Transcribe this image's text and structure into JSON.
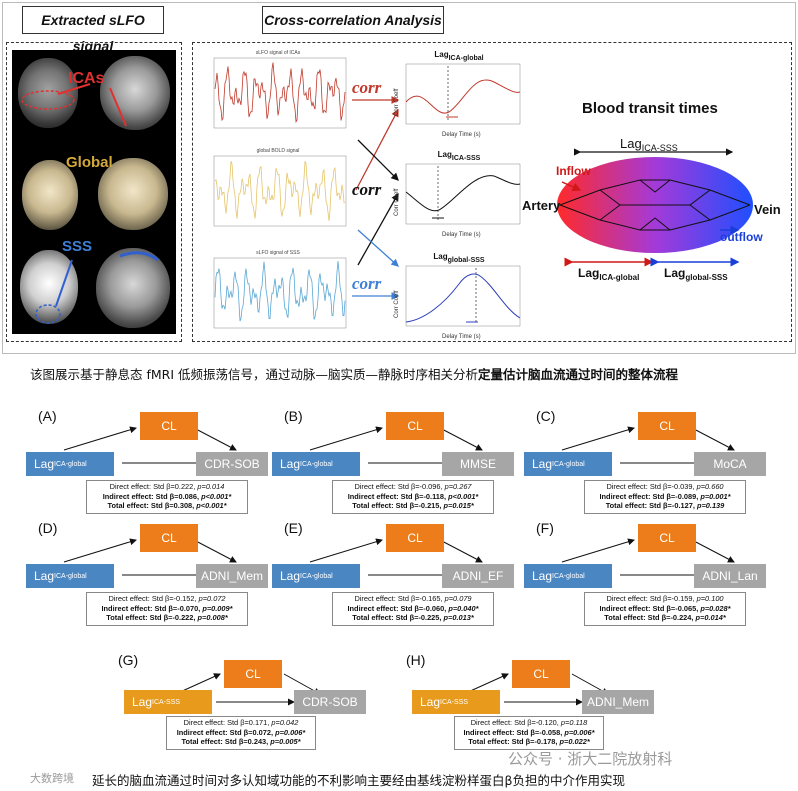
{
  "top": {
    "left_title": "Extracted sLFO signal",
    "right_title": "Cross-correlation Analysis",
    "brain_labels": {
      "icas": "ICAs",
      "global": "Global",
      "sss": "SSS"
    },
    "signal_titles": [
      "sLFO signal of ICAs",
      "global BOLD signal",
      "sLFO signal of SSS"
    ],
    "corr_label": "corr",
    "lag_titles": [
      {
        "main": "Lag",
        "sub": "ICA-global"
      },
      {
        "main": "Lag",
        "sub": "ICA-SSS"
      },
      {
        "main": "Lag",
        "sub": "global-SSS"
      }
    ],
    "axis_x": "Delay Time (s)",
    "axis_y": "Corr Coeff",
    "blood": {
      "title": "Blood transit times",
      "lag_total": {
        "main": "Lag",
        "sub": "ICA-SSS"
      },
      "inflow": "Inflow",
      "outflow": "outflow",
      "artery": "Artery",
      "vein": "Vein",
      "lag_left": {
        "main": "Lag",
        "sub": "ICA-global"
      },
      "lag_right": {
        "main": "Lag",
        "sub": "global-SSS"
      }
    }
  },
  "caption1": {
    "normal": "该图展示基于静息态 fMRI 低频振荡信号，通过动脉—脑实质—静脉时序相关分析",
    "bold": "定量估计脑血流通过时间的整体流程"
  },
  "panels": [
    {
      "label": "(A)",
      "cl": "CL",
      "lag": "Lag",
      "lag_sub": "ICA-global",
      "outcome": "CDR-SOB",
      "direct": {
        "text": "Direct effect: Std β=0.222, ",
        "p": "p=0.014"
      },
      "indirect": {
        "text": "Indirect effect: Std β=0.086, ",
        "p": "p<0.001*"
      },
      "total": {
        "text": "Total effect: Std β=0.308, ",
        "p": "p<0.001*"
      }
    },
    {
      "label": "(B)",
      "cl": "CL",
      "lag": "Lag",
      "lag_sub": "ICA-global",
      "outcome": "MMSE",
      "direct": {
        "text": "Direct effect: Std β=-0.096, ",
        "p": "p=0.267"
      },
      "indirect": {
        "text": "Indirect effect: Std β=-0.118, ",
        "p": "p<0.001*"
      },
      "total": {
        "text": "Total effect: Std β=-0.215, ",
        "p": "p=0.015*"
      }
    },
    {
      "label": "(C)",
      "cl": "CL",
      "lag": "Lag",
      "lag_sub": "ICA-global",
      "outcome": "MoCA",
      "direct": {
        "text": "Direct effect: Std β=-0.039, ",
        "p": "p=0.660"
      },
      "indirect": {
        "text": "Indirect effect: Std β=-0.089, ",
        "p": "p=0.001*"
      },
      "total": {
        "text": "Total effect: Std β=-0.127, ",
        "p": "p=0.139"
      }
    },
    {
      "label": "(D)",
      "cl": "CL",
      "lag": "Lag",
      "lag_sub": "ICA-global",
      "outcome": "ADNI_Mem",
      "direct": {
        "text": "Direct effect: Std β=-0.152, ",
        "p": "p=0.072"
      },
      "indirect": {
        "text": "Indirect effect: Std β=-0.070, ",
        "p": "p=0.009*"
      },
      "total": {
        "text": "Total effect: Std β=-0.222, ",
        "p": "p=0.008*"
      }
    },
    {
      "label": "(E)",
      "cl": "CL",
      "lag": "Lag",
      "lag_sub": "ICA-global",
      "outcome": "ADNI_EF",
      "direct": {
        "text": "Direct effect: Std β=-0.165, ",
        "p": "p=0.079"
      },
      "indirect": {
        "text": "Indirect effect: Std β=-0.060, ",
        "p": "p=0.040*"
      },
      "total": {
        "text": "Total effect: Std β=-0.225, ",
        "p": "p=0.013*"
      }
    },
    {
      "label": "(F)",
      "cl": "CL",
      "lag": "Lag",
      "lag_sub": "ICA-global",
      "outcome": "ADNI_Lan",
      "direct": {
        "text": "Direct effect: Std β=-0.159, ",
        "p": "p=0.100"
      },
      "indirect": {
        "text": "Indirect effect: Std β=-0.065, ",
        "p": "p=0.028*"
      },
      "total": {
        "text": "Total effect: Std β=-0.224, ",
        "p": "p=0.014*"
      }
    },
    {
      "label": "(G)",
      "cl": "CL",
      "lag": "Lag",
      "lag_sub": "ICA-SSS",
      "outcome": "CDR-SOB",
      "direct": {
        "text": "Direct effect: Std β=0.171, ",
        "p": "p=0.042"
      },
      "indirect": {
        "text": "Indirect effect: Std β=0.072, ",
        "p": "p=0.006*"
      },
      "total": {
        "text": "Total effect: Std β=0.243, ",
        "p": "p=0.005*"
      }
    },
    {
      "label": "(H)",
      "cl": "CL",
      "lag": "Lag",
      "lag_sub": "ICA-SSS",
      "outcome": "ADNI_Mem",
      "direct": {
        "text": "Direct effect: Std β=-0.120, ",
        "p": "p=0.118"
      },
      "indirect": {
        "text": "Indirect effect: Std β=-0.058, ",
        "p": "p=0.006*"
      },
      "total": {
        "text": "Total effect: Std β=-0.178, ",
        "p": "p=0.022*"
      }
    }
  ],
  "caption2": "延长的脑血流通过时间对多认知域功能的不利影响主要经由基线淀粉样蛋白β负担的中介作用实现",
  "watermark": {
    "right": "公众号 · 浙大二院放射科",
    "left": "大数跨境"
  }
}
